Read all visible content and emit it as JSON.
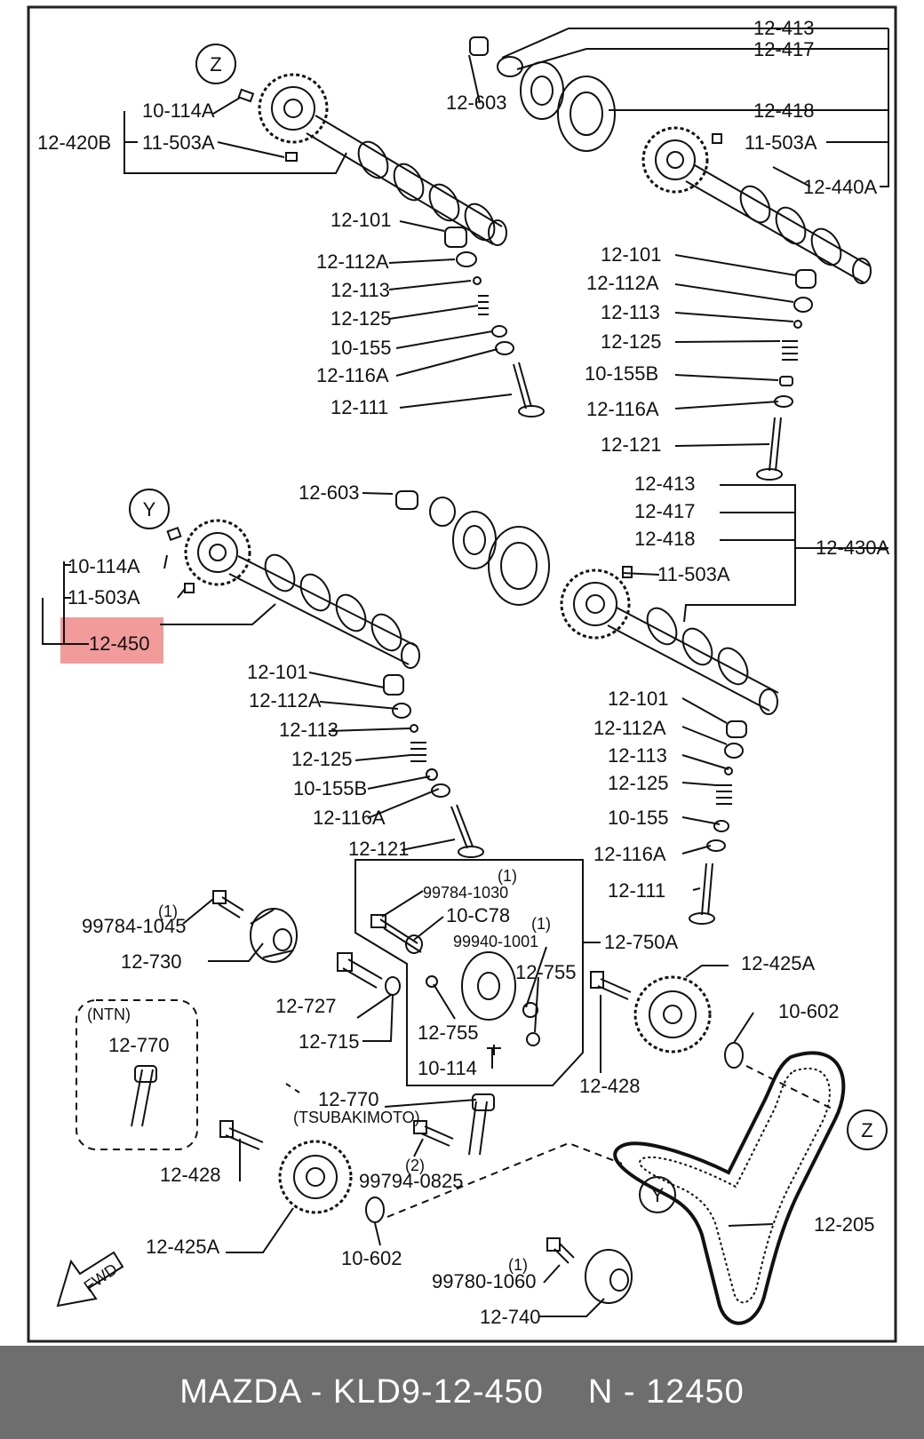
{
  "labels": {
    "z1": "Z",
    "y1": "Y",
    "z2": "Z",
    "y2": "Y",
    "p_12_413_a": "12-413",
    "p_12_417_a": "12-417",
    "p_12_603_a": "12-603",
    "p_12_418_a": "12-418",
    "p_10_114a_a": "10-114A",
    "p_12_420b": "12-420B",
    "p_11_503a_a": "11-503A",
    "p_11_503a_b": "11-503A",
    "p_12_440a": "12-440A",
    "p_12_101_a": "12-101",
    "p_12_112a_a": "12-112A",
    "p_12_113_a": "12-113",
    "p_12_125_a": "12-125",
    "p_10_155_a": "10-155",
    "p_12_116a_a": "12-116A",
    "p_12_111_a": "12-111",
    "p_12_101_b": "12-101",
    "p_12_112a_b": "12-112A",
    "p_12_113_b": "12-113",
    "p_12_125_b": "12-125",
    "p_10_155b_a": "10-155B",
    "p_12_116a_b": "12-116A",
    "p_12_121_a": "12-121",
    "p_12_603_b": "12-603",
    "p_12_413_b": "12-413",
    "p_12_417_b": "12-417",
    "p_12_418_b": "12-418",
    "p_12_430a": "12-430A",
    "p_10_114a_b": "10-114A",
    "p_11_503a_c": "11-503A",
    "p_11_503a_d": "11-503A",
    "p_12_450": "12-450",
    "p_12_101_c": "12-101",
    "p_12_112a_c": "12-112A",
    "p_12_113_c": "12-113",
    "p_12_125_c": "12-125",
    "p_10_155b_b": "10-155B",
    "p_12_116a_c": "12-116A",
    "p_12_121_b": "12-121",
    "p_12_101_d": "12-101",
    "p_12_112a_d": "12-112A",
    "p_12_113_d": "12-113",
    "p_12_125_d": "12-125",
    "p_10_155_b": "10-155",
    "p_12_116a_d": "12-116A",
    "p_12_111_b": "12-111",
    "q1_a": "(1)",
    "p_99784_1045": "99784-1045",
    "p_12_730": "12-730",
    "q1_b": "(1)",
    "p_99784_1030": "99784-1030",
    "p_10_c78": "10-C78",
    "q1_c": "(1)",
    "p_99940_1001": "99940-1001",
    "p_12_750a": "12-750A",
    "p_12_755_a": "12-755",
    "p_12_755_b": "12-755",
    "p_10_114": "10-114",
    "p_12_727": "12-727",
    "p_12_715": "12-715",
    "p_12_425a_a": "12-425A",
    "p_10_602_a": "10-602",
    "p_12_428_a": "12-428",
    "ntn": "(NTN)",
    "p_12_770_a": "12-770",
    "p_12_770_b": "12-770",
    "tsubakimoto": "(TSUBAKIMOTO)",
    "q2": "(2)",
    "p_99794_0825": "99794-0825",
    "p_12_428_b": "12-428",
    "p_12_425a_b": "12-425A",
    "p_10_602_b": "10-602",
    "p_12_205": "12-205",
    "q1_d": "(1)",
    "p_99780_1060": "99780-1060",
    "p_12_740": "12-740",
    "fwd": "FWD"
  },
  "highlight": {
    "part": "12-450",
    "color": "#f08a8a"
  },
  "footer": {
    "left": "MAZDA - KLD9-12-450",
    "right": "N - 12450"
  }
}
